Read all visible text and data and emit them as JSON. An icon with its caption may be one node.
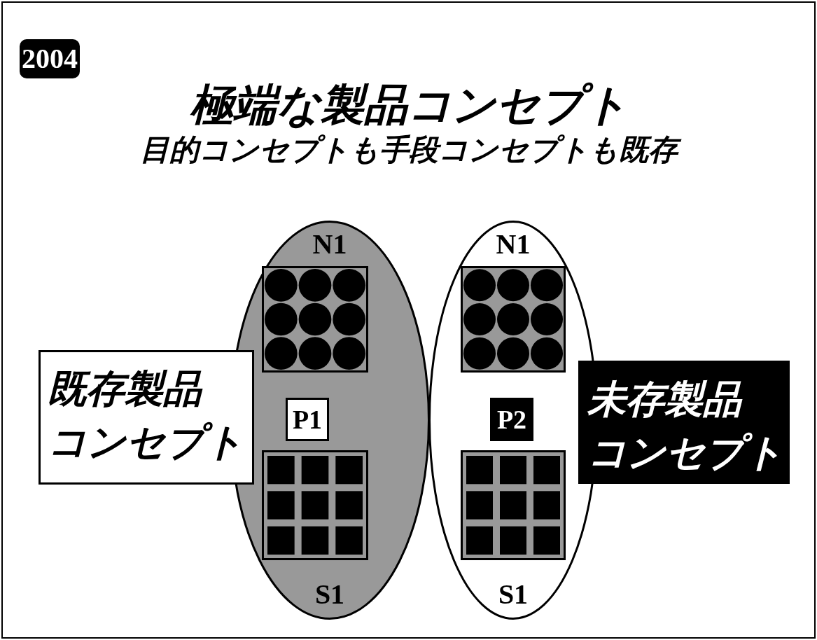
{
  "diagram": {
    "title": "極端な製品コンセプト",
    "nodes": [
      {
        "text": [
          "2004"
        ]
      },
      {
        "text": [
          "N1",
          "S1"
        ]
      },
      {
        "text": [],
        "shape": "box",
        "in": 1
      },
      {
        "text": [
          "P1"
        ],
        "in": 1
      },
      {
        "text": [],
        "shape": "box",
        "in": 1
      },
      {
        "text": [
          "N1",
          "S1"
        ]
      },
      {
        "text": [],
        "shape": "box",
        "in": 5
      },
      {
        "text": [
          "P2"
        ],
        "in": 5
      },
      {
        "text": [],
        "shape": "box",
        "in": 5
      },
      {
        "text": [
          "既存製品コンセプト"
        ]
      },
      {
        "text": [
          "未存製品コンセプト"
        ]
      }
    ],
    "edges": [],
    "labels": [
      "目的コンセプトも手段コンセプトも既存"
    ]
  }
}
